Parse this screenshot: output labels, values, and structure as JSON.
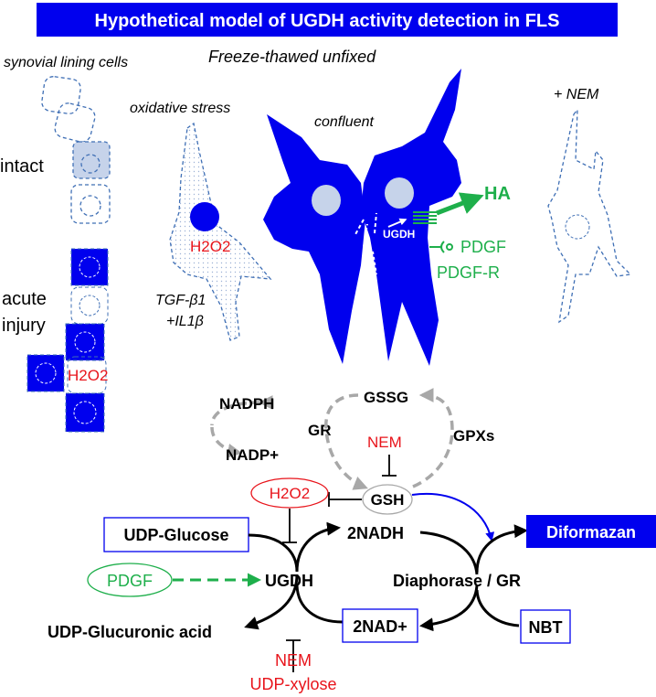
{
  "title": "Hypothetical model of UGDH activity detection in FLS",
  "colors": {
    "blue": "#0000ee",
    "red": "#e8141b",
    "green": "#1eaf4b",
    "gray": "#a8a8a8",
    "pale_blue": "#c6d3ea",
    "dash_blue": "#3f6fb5"
  },
  "top_panel": {
    "lining_label": "synovial lining cells",
    "freeze_label": "Freeze-thawed unfixed",
    "intact_label": "intact",
    "acute_label_1": "acute",
    "acute_label_2": "injury",
    "h2o2_lining": "H2O2",
    "oxidative_label": "oxidative stress",
    "h2o2_cell": "H2O2",
    "tgf_label": "TGF-β1",
    "il1_label": "+IL1β",
    "confluent_label": "confluent",
    "ugdh_cell": "UGDH",
    "ha_label": "HA",
    "pdgf_label": "PDGF",
    "pdgfr_label": "PDGF-R",
    "nem_label": "+ NEM"
  },
  "cycle": {
    "nadph": "NADPH",
    "nadp": "NADP+",
    "gr": "GR",
    "gssg": "GSSG",
    "gpxs": "GPXs",
    "nem": "NEM",
    "gsh": "GSH",
    "h2o2": "H2O2"
  },
  "pathway": {
    "udp_glucose": "UDP-Glucose",
    "nadh": "2NADH",
    "diformazan": "Diformazan",
    "pdgf": "PDGF",
    "ugdh": "UGDH",
    "diaphorase": "Diaphorase / GR",
    "udp_glucuronic": "UDP-Glucuronic acid",
    "nad": "2NAD+",
    "nbt": "NBT",
    "nem": "NEM",
    "udp_xylose": "UDP-xylose"
  }
}
